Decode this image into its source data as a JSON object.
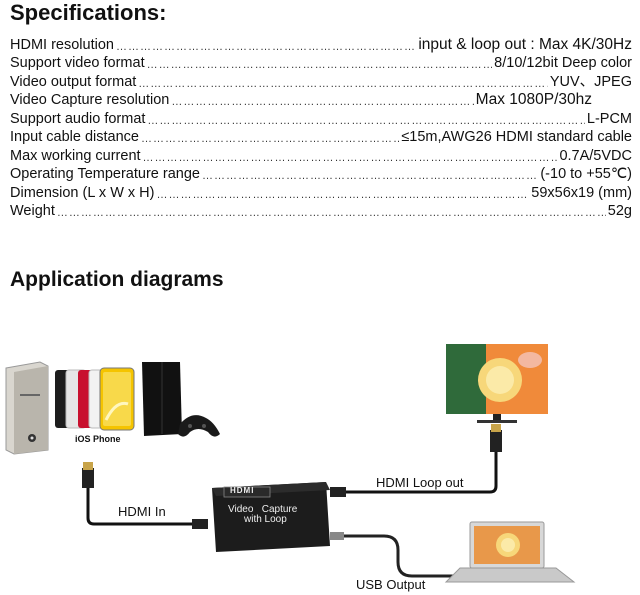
{
  "specs": {
    "title": "Specifications:",
    "rows": [
      {
        "label": "HDMI resolution",
        "value": "input & loop out : Max 4K/30Hz"
      },
      {
        "label": "Support video format",
        "value": "8/10/12bit Deep color"
      },
      {
        "label": "Video output format",
        "value": "YUV、JPEG"
      },
      {
        "label": "Video Capture resolution",
        "value": "Max 1080P/30hz"
      },
      {
        "label": "Support audio format",
        "value": "L-PCM"
      },
      {
        "label": "Input cable distance",
        "value": "≤15m,AWG26 HDMI standard cable"
      },
      {
        "label": "Max working current",
        "value": "0.7A/5VDC"
      },
      {
        "label": "Operating Temperature range",
        "value": "(-10 to +55℃)"
      },
      {
        "label": "Dimension (L x W x H)",
        "value": "59x56x19 (mm)"
      },
      {
        "label": "Weight",
        "value": "52g"
      }
    ]
  },
  "application": {
    "title": "Application diagrams",
    "ios_label": "iOS Phone",
    "hdmi_in": "HDMI In",
    "hdmi_loop_out": "HDMI Loop out",
    "usb_output": "USB Output",
    "device_brand": "HDMI",
    "device_text_line1": "Video   Capture",
    "device_text_line2": "with Loop"
  }
}
